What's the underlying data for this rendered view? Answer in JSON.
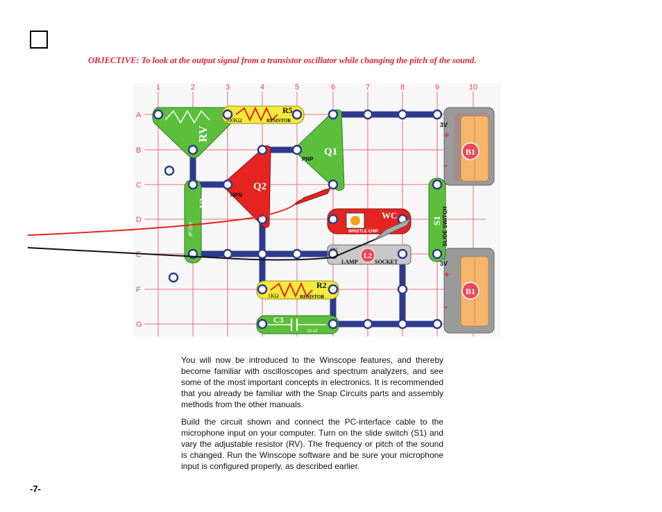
{
  "objective": "OBJECTIVE:  To look at the output signal from a transistor oscillator while changing the pitch of the sound.",
  "grid": {
    "columns": [
      "1",
      "2",
      "3",
      "4",
      "5",
      "6",
      "7",
      "8",
      "9",
      "10"
    ],
    "rows": [
      "A",
      "B",
      "C",
      "D",
      "E",
      "F",
      "G"
    ]
  },
  "parts": {
    "rv": {
      "label": "RV"
    },
    "r5": {
      "label": "R5",
      "value": "100KΩ",
      "name": "RESISTOR"
    },
    "q1": {
      "label": "Q1",
      "type": "PNP"
    },
    "q2": {
      "label": "Q2",
      "type": "NPN"
    },
    "c1": {
      "label": "C1",
      "value": "0.02 uF"
    },
    "wc": {
      "label": "WC",
      "name": "WHISTLE CHIP"
    },
    "l2": {
      "label": "L2",
      "voltage": "6V",
      "name_left": "LAMP",
      "name_right": "SOCKET"
    },
    "s1": {
      "label": "S1",
      "name": "SLIDE SWITCH"
    },
    "b1_top": {
      "label": "B1",
      "voltage": "3V"
    },
    "b1_bottom": {
      "label": "B1",
      "voltage": "3V"
    },
    "r2": {
      "label": "R2",
      "value": "1KΩ",
      "name": "RESISTOR"
    },
    "c3": {
      "label": "C3",
      "value": "10 uF"
    }
  },
  "paragraphs": [
    "You will now be introduced to the Winscope features, and thereby become familiar with oscilloscopes and spectrum analyzers, and see some of the most important concepts in electronics.  It is recommended that you already be familiar with the Snap Circuits parts and assembly methods from the other manuals.",
    "Build the circuit shown and connect the PC-interface cable to the microphone input on your computer.  Turn on the slide switch (S1) and vary the adjustable resistor (RV).  The frequency or pitch of the sound is changed.  Run the Winscope software and be sure your microphone input is configured properly, as described earlier."
  ],
  "page_number": "-7-",
  "colors": {
    "objective": "#e0213a",
    "grid": "#e8464e",
    "wire": "#2e3a8c",
    "green": "#5cbf3c",
    "red": "#e52421",
    "yellow": "#f2ea3c",
    "gray": "#9a9a9a",
    "battery": "#f5b56d"
  }
}
